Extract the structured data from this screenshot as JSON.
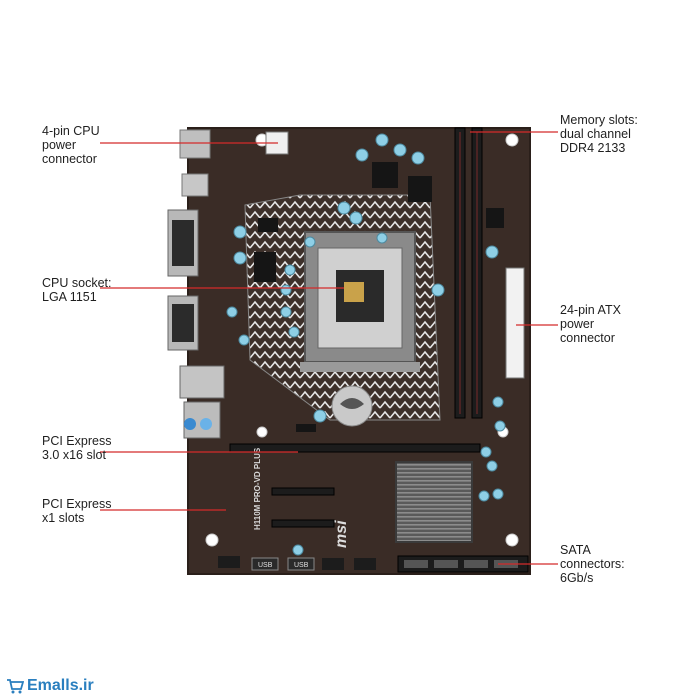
{
  "callouts": [
    {
      "id": "cpu-power",
      "lines": [
        "4-pin CPU",
        "power",
        "connector"
      ]
    },
    {
      "id": "cpu-socket",
      "lines": [
        "CPU socket:",
        "LGA 1151"
      ]
    },
    {
      "id": "pcie-x16",
      "lines": [
        "PCI Express",
        "3.0 x16 slot"
      ]
    },
    {
      "id": "pcie-x1",
      "lines": [
        "PCI Express",
        "x1 slots"
      ]
    },
    {
      "id": "memory",
      "lines": [
        "Memory slots:",
        "dual channel",
        "DDR4 2133"
      ]
    },
    {
      "id": "atx-power",
      "lines": [
        "24-pin ATX",
        "power",
        "connector"
      ]
    },
    {
      "id": "sata",
      "lines": [
        "SATA",
        "connectors:",
        "6Gb/s"
      ]
    }
  ],
  "board": {
    "model_text": "H110M PRO-VD PLUS",
    "brand_text": "msi",
    "usb_labels": [
      "USB",
      "USB"
    ]
  },
  "watermark": {
    "text": "Emalls.ir",
    "icon": "shopping-cart-icon"
  },
  "colors": {
    "pcb": "#3a2c26",
    "heatsink_pattern": "#d9d9d9",
    "slot_black": "#1c1c1c",
    "capacitor": "#8ecfe6",
    "callout_line": "#d42b2b"
  }
}
